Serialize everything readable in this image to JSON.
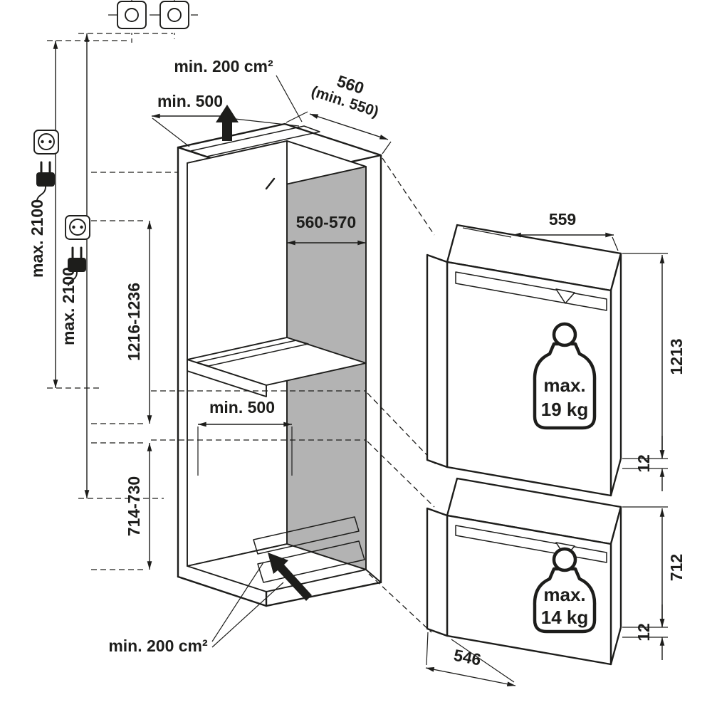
{
  "page": {
    "background": "#ffffff",
    "line_color": "#1d1d1b",
    "wall_gray": "#b3b3b3"
  },
  "niche": {
    "top_vent_area": "min. 200 cm²",
    "top_vent_width": "min. 500",
    "depth": "560",
    "depth_min": "(min. 550)",
    "inner_width": "560-570",
    "upper_height": "1216-1236",
    "mid_vent_width": "min. 500",
    "lower_height": "714-730",
    "overall_height_1": "max. 2100",
    "overall_height_2": "max. 2100",
    "bottom_vent_area": "min. 200 cm²"
  },
  "upper_appliance": {
    "width": "559",
    "height": "1213",
    "clearance": "12",
    "weight_prefix": "max.",
    "weight": "19 kg"
  },
  "lower_appliance": {
    "height": "712",
    "clearance": "12",
    "depth": "546",
    "weight_prefix": "max.",
    "weight": "14 kg"
  }
}
